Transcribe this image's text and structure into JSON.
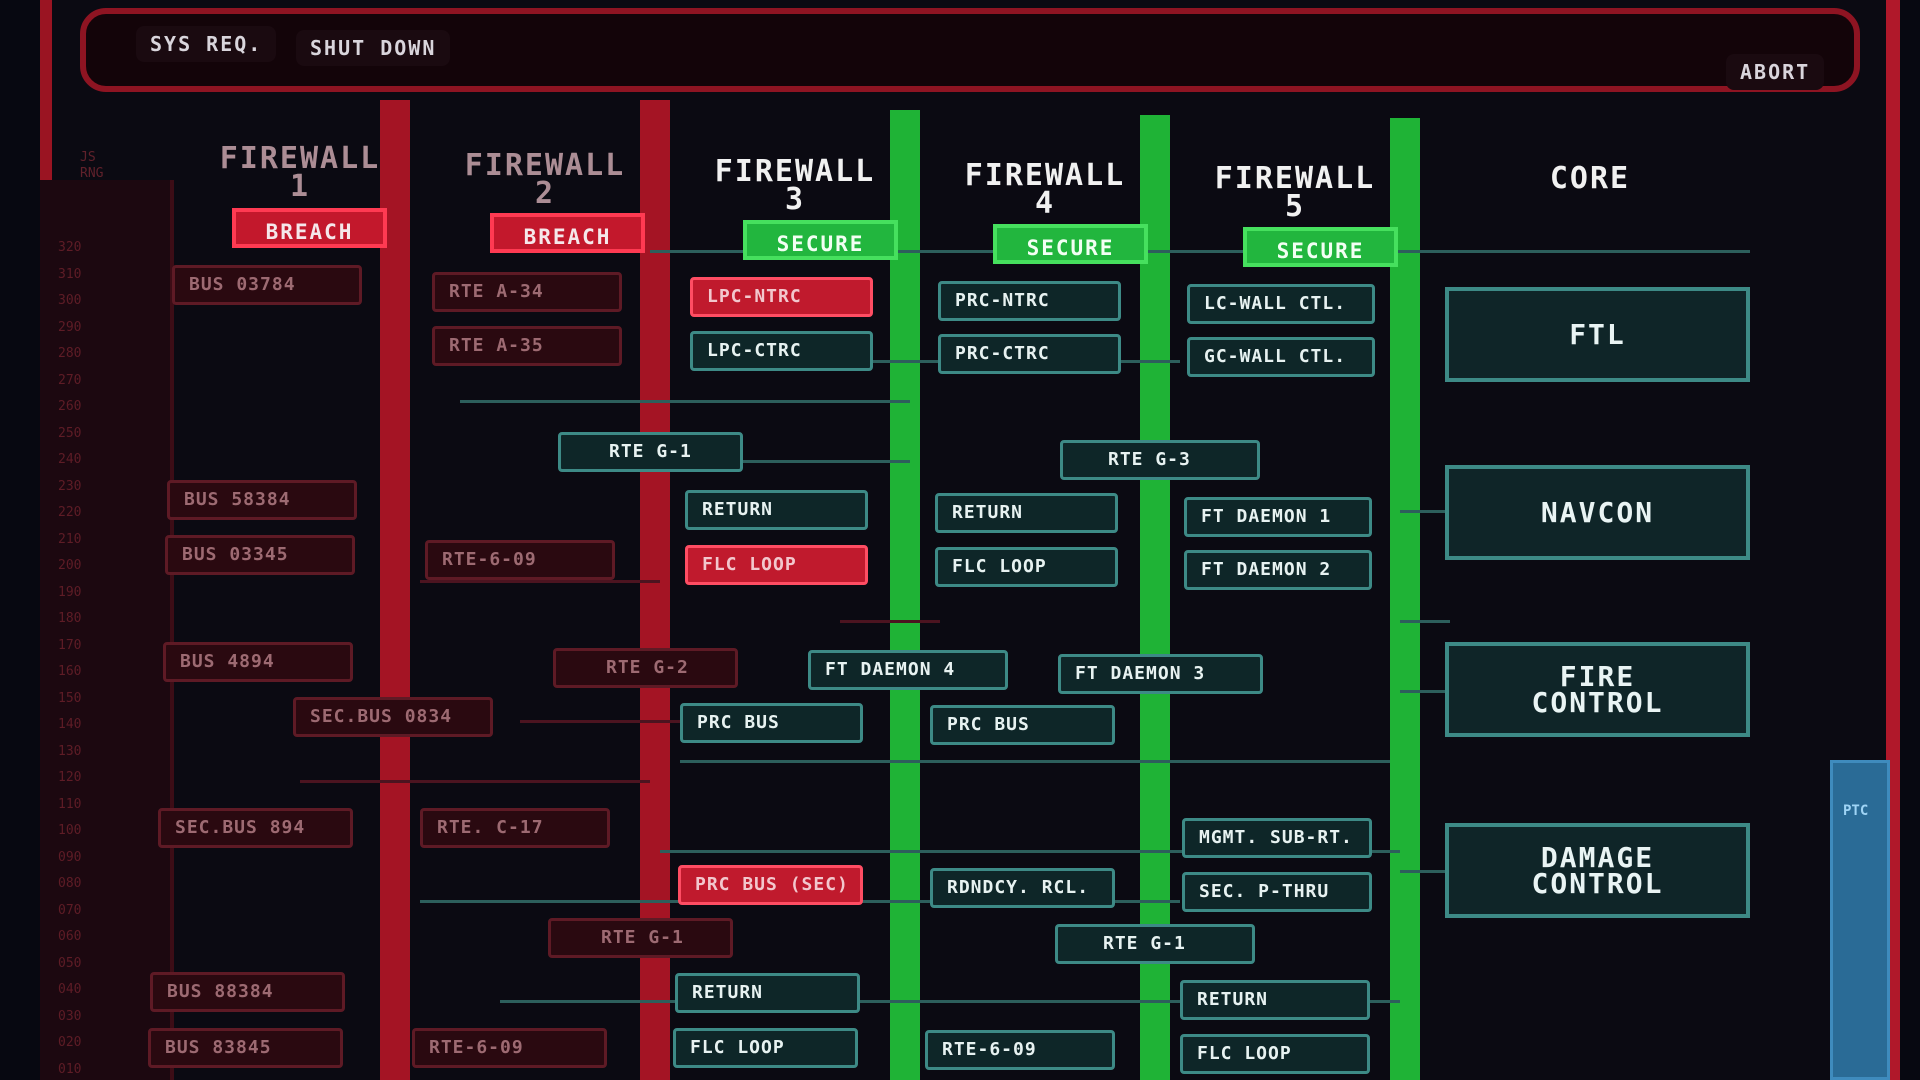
{
  "top_bar": {
    "sys_req": "SYS REQ.",
    "shut_down": "SHUT DOWN",
    "abort": "ABORT"
  },
  "side_label": {
    "line1": "JS",
    "line2": "RNG"
  },
  "ruler": [
    "320",
    "310",
    "300",
    "290",
    "280",
    "270",
    "260",
    "250",
    "240",
    "230",
    "220",
    "210",
    "200",
    "190",
    "180",
    "170",
    "160",
    "150",
    "140",
    "130",
    "120",
    "110",
    "100",
    "090",
    "080",
    "070",
    "060",
    "050",
    "040",
    "030",
    "020",
    "010"
  ],
  "columns": [
    {
      "head": "FIREWALL\n1",
      "status": "BREACH",
      "state": "breach"
    },
    {
      "head": "FIREWALL\n2",
      "status": "BREACH",
      "state": "breach"
    },
    {
      "head": "FIREWALL\n3",
      "status": "SECURE",
      "state": "secure"
    },
    {
      "head": "FIREWALL\n4",
      "status": "SECURE",
      "state": "secure"
    },
    {
      "head": "FIREWALL\n5",
      "status": "SECURE",
      "state": "secure"
    },
    {
      "head": "CORE",
      "status": "",
      "state": "core"
    }
  ],
  "fw1_nodes": [
    "BUS 03784",
    "BUS 58384",
    "BUS 03345",
    "BUS 4894",
    "SEC.BUS 0834",
    "SEC.BUS 894",
    "BUS 88384",
    "BUS 83845"
  ],
  "fw2_nodes": [
    "RTE A-34",
    "RTE A-35",
    "RTE G-1",
    "RTE-6-09",
    "RTE G-2",
    "RTE. C-17",
    "RTE G-1",
    "RTE-6-09"
  ],
  "fw3_nodes": [
    "LPC-NTRC",
    "LPC-CTRC",
    "RETURN",
    "FLC LOOP",
    "FT DAEMON 4",
    "PRC BUS",
    "PRC BUS (SEC)",
    "RETURN",
    "FLC LOOP"
  ],
  "fw4_nodes": [
    "PRC-NTRC",
    "PRC-CTRC",
    "RTE G-3",
    "RETURN",
    "FLC LOOP",
    "FT DAEMON 3",
    "PRC BUS",
    "RDNDCY. RCL.",
    "RTE G-1",
    "RTE-6-09"
  ],
  "fw5_nodes": [
    "LC-WALL CTL.",
    "GC-WALL CTL.",
    "FT DAEMON 1",
    "FT DAEMON 2",
    "MGMT. SUB-RT.",
    "SEC. P-THRU",
    "RETURN",
    "FLC LOOP"
  ],
  "core_nodes": [
    "FTL",
    "NAVCON",
    "FIRE\nCONTROL",
    "DAMAGE\nCONTROL"
  ],
  "right_gauge": {
    "label": "PTC"
  },
  "colors": {
    "breach": "#c3182c",
    "secure": "#22b63e",
    "panel": "#0e2628"
  }
}
